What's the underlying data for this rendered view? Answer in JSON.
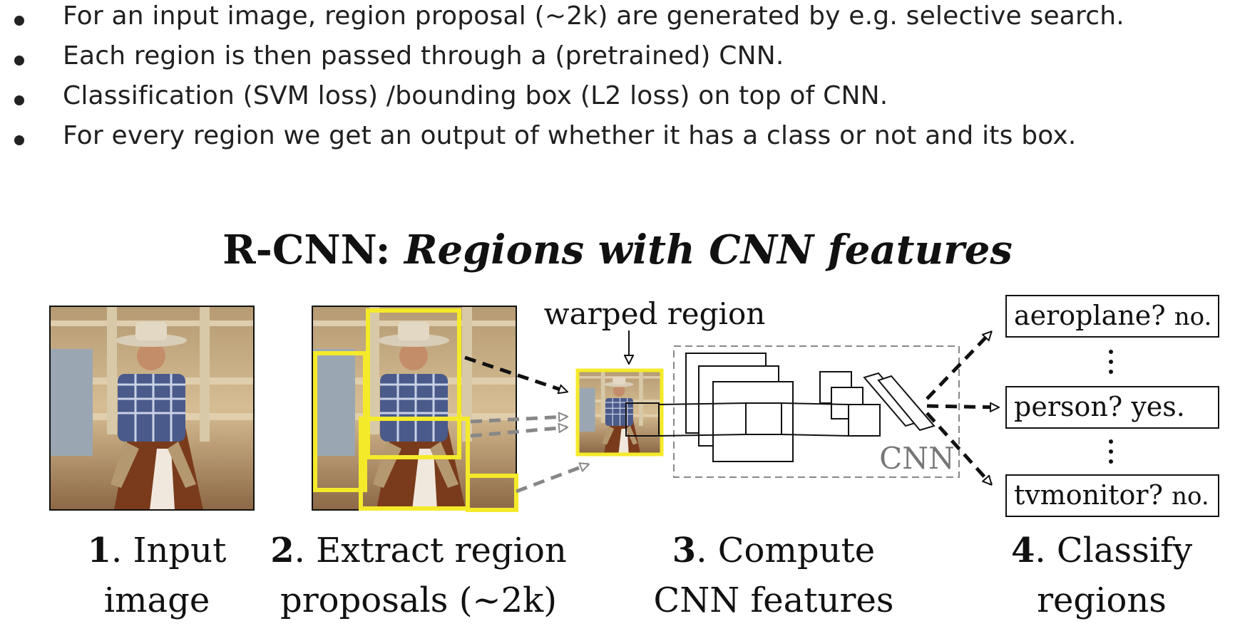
{
  "bullets": [
    "For an input image, region proposal (~2k) are generated by e.g. selective search.",
    "Each region is then passed through a (pretrained) CNN.",
    "Classification (SVM loss) /bounding box (L2 loss) on top of CNN.",
    "For every region we get an output of whether it has a class or not and its box."
  ],
  "diagram": {
    "title_bold": "R-CNN:",
    "title_italic": "Regions with CNN features",
    "warped_label": "warped region",
    "cnn_label": "CNN",
    "classes": [
      {
        "name": "aeroplane?",
        "answer": "no."
      },
      {
        "name": "person?",
        "answer": "yes."
      },
      {
        "name": "tvmonitor?",
        "answer": "no."
      }
    ],
    "steps": [
      {
        "num": "1",
        "line1": ". Input",
        "line2": "image"
      },
      {
        "num": "2",
        "line1": ". Extract region",
        "line2": "proposals (~2k)"
      },
      {
        "num": "3",
        "line1": ". Compute",
        "line2": "CNN features"
      },
      {
        "num": "4",
        "line1": ". Classify",
        "line2": "regions"
      }
    ],
    "colors": {
      "proposal_box": "#f5ea2a",
      "arrow": "#111111",
      "dashed_arrow": "#888888"
    }
  }
}
